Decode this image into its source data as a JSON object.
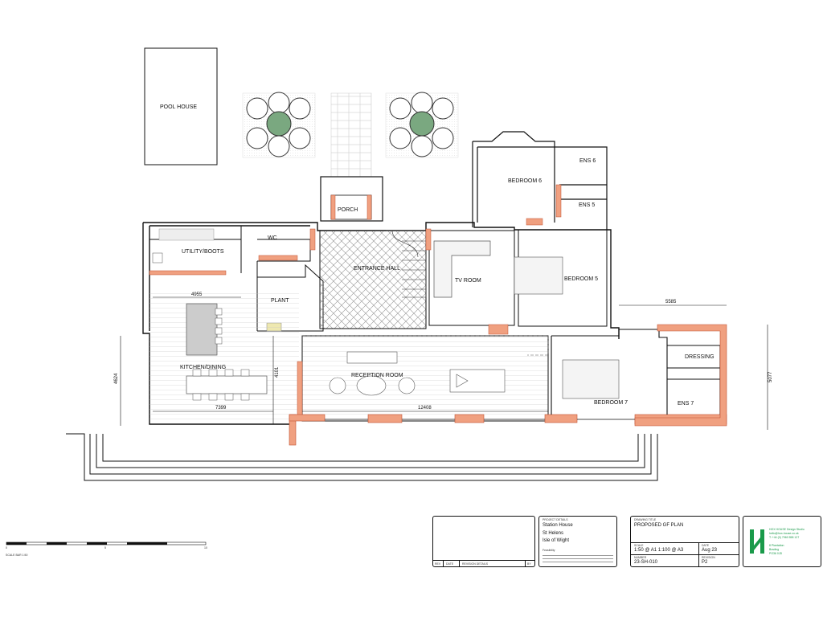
{
  "rooms": {
    "pool_house": "POOL HOUSE",
    "porch": "PORCH",
    "bedroom6": "BEDROOM 6",
    "ens6": "ENS 6",
    "ens5": "ENS 5",
    "utility": "UTILITY/BOOTS",
    "wc": "WC",
    "entrance_hall": "ENTRANCE HALL",
    "tv_room": "TV ROOM",
    "bedroom5": "BEDROOM 5",
    "plant": "PLANT",
    "kitchen": "KITCHEN/DINING",
    "reception": "RECEPTION ROOM",
    "dressing": "DRESSING",
    "bedroom7": "BEDROOM 7",
    "ens7": "ENS 7"
  },
  "dimensions": {
    "d4955": "4955",
    "d5585": "5585",
    "d4624": "4624",
    "d4101": "4101",
    "d5077": "5077",
    "d7399": "7399",
    "d12408": "12408"
  },
  "title_block": {
    "revision_headers": {
      "rev": "REV",
      "date": "DATE",
      "details": "REVISION DETAILS",
      "by": "BY"
    },
    "project": {
      "heading": "PROJECT DETAILS",
      "line1": "Station House",
      "line2": "St Helens",
      "line3": "Isle of Wight",
      "status": "Feasibility"
    },
    "drawing": {
      "heading": "DRAWING TITLE",
      "title": "PROPOSED GF PLAN",
      "scale_label": "SCALE",
      "scale": "1:50 @ A1   1:100 @ A3",
      "date_label": "DATE",
      "date": "Aug 23",
      "number_label": "NUMBER",
      "number": "23-SH-010",
      "revision_label": "REVISION",
      "revision": "P2"
    },
    "studio": {
      "name": "HOX HOUSE Design Studio",
      "email": "hello@hox-house.co.uk",
      "phone": "T: +44 (0) 7960 558 127",
      "addr1": "8 Plantation",
      "addr2": "Brading",
      "addr3": "PO36 0JD",
      "brand_color": "#1a9a4a"
    }
  },
  "scale_bar": {
    "ticks": [
      "0",
      "5",
      "10"
    ],
    "caption": "SCALE BAR 1:50"
  },
  "colors": {
    "wall_new": "#f0a080",
    "wall_new_stroke": "#c05030",
    "tree": "#7aa880",
    "line": "#111111"
  }
}
